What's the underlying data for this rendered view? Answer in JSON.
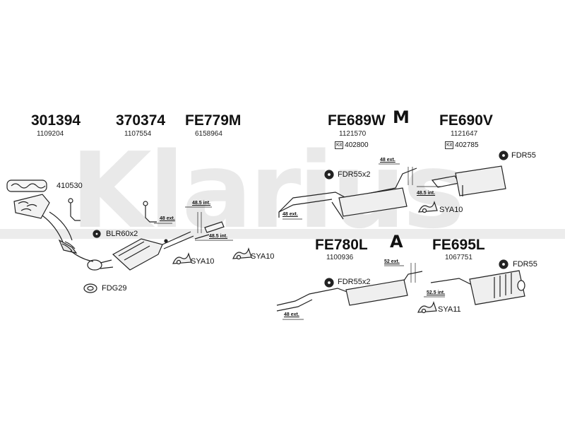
{
  "watermark": {
    "text": "Klarius"
  },
  "parts": {
    "p301394": {
      "code": "301394",
      "number": "1109204"
    },
    "p370374": {
      "code": "370374",
      "number": "1107554"
    },
    "pFE779M": {
      "code": "FE779M",
      "number": "6158964"
    },
    "pFE689W": {
      "code": "FE689W",
      "number": "1121570",
      "kit": "402800"
    },
    "pFE690V": {
      "code": "FE690V",
      "number": "1121647",
      "kit": "402785"
    },
    "pFE780L": {
      "code": "FE780L",
      "number": "1100936"
    },
    "pFE695L": {
      "code": "FE695L",
      "number": "1067751"
    }
  },
  "kit_tag": "Kit",
  "symbols": {
    "m_logo": "M",
    "a_logo": "A"
  },
  "labels": {
    "l410530": "410530",
    "blr": "BLR60x2",
    "sya10_a": "SYA10",
    "sya10_b": "SYA10",
    "fdg29": "FDG29",
    "fdr55x2_top": "FDR55x2",
    "fdr55_top": "FDR55",
    "sya10_c": "SYA10",
    "fdr55x2_bot": "FDR55x2",
    "fdr55_bot": "FDR55",
    "sya11": "SYA11"
  },
  "dimensions": {
    "d1": "48 ext.",
    "d2": "48.5 int.",
    "d3": "48.5 int.",
    "d4": "48 ext.",
    "d5": "48 ext.",
    "d6": "48.5 int.",
    "d7": "52 ext.",
    "d8": "52.5 int.",
    "d9": "48 ext."
  }
}
